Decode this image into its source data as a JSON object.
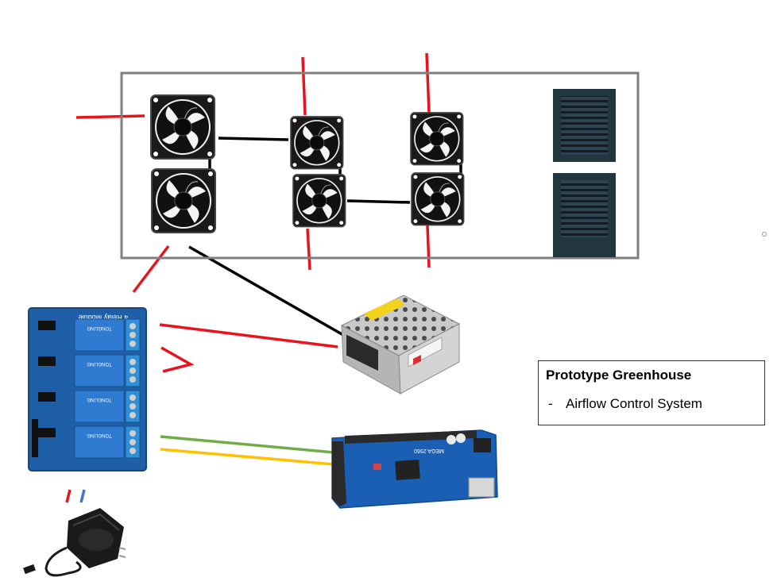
{
  "caption": {
    "title": "Prototype Greenhouse",
    "bullet": "-",
    "item": "Airflow Control System"
  },
  "components": {
    "relay_board": {
      "name_text": "4 Relay Module",
      "relay_brand": "TONGLING"
    },
    "arduino": {
      "name_text": "MEGA 2560"
    }
  },
  "colors": {
    "power_wire": "#e8141c",
    "ground_wire": "#000000",
    "signal_wire_green": "#70ad47",
    "signal_wire_yellow": "#ffc000",
    "neutral_wire_blue": "#4472c4",
    "enclosure": "#7f7f7f",
    "relay_board": "#1f5fa8",
    "arduino_board": "#1b5fb5",
    "vent_louver": "#2b3e48"
  }
}
